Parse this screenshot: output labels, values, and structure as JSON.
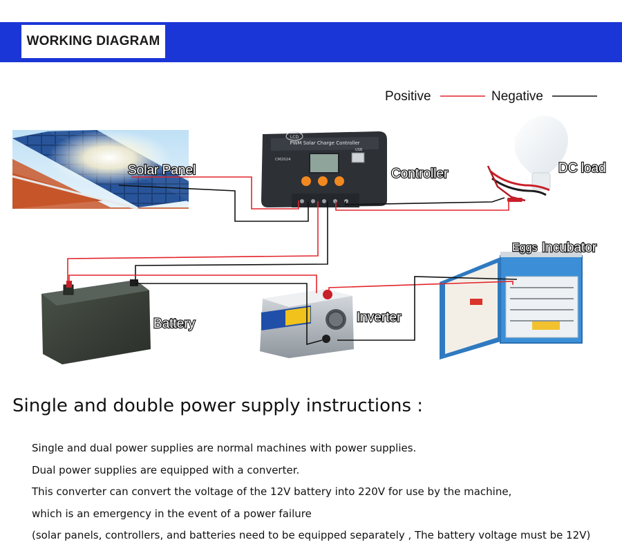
{
  "banner": {
    "title": "WORKING DIAGRAM"
  },
  "legend": {
    "positive_label": "Positive",
    "negative_label": "Negative",
    "positive_color": "#e3242b",
    "negative_color": "#111111"
  },
  "diagram": {
    "labels": {
      "solar_panel": "Solar Panel",
      "controller": "Controller",
      "dc_load": "DC load",
      "eggs": "Eggs",
      "incubator": "Incubator",
      "battery": "Battery",
      "inverter": "Inverter"
    },
    "controller_face": {
      "badge": "LCD",
      "title": "PWM Solar Charge Controller",
      "model": "CM2024",
      "usb": "USB"
    }
  },
  "heading": "Single and double power supply instructions :",
  "instructions": [
    "Single and dual power supplies are normal machines with power supplies.",
    "Dual power supplies are equipped with a converter.",
    "This converter can convert the voltage of the 12V battery into 220V for use by the machine,",
    "which is an emergency in the event of a power failure",
    "(solar panels, controllers, and batteries need to be equipped separately , The battery voltage must be 12V)"
  ]
}
